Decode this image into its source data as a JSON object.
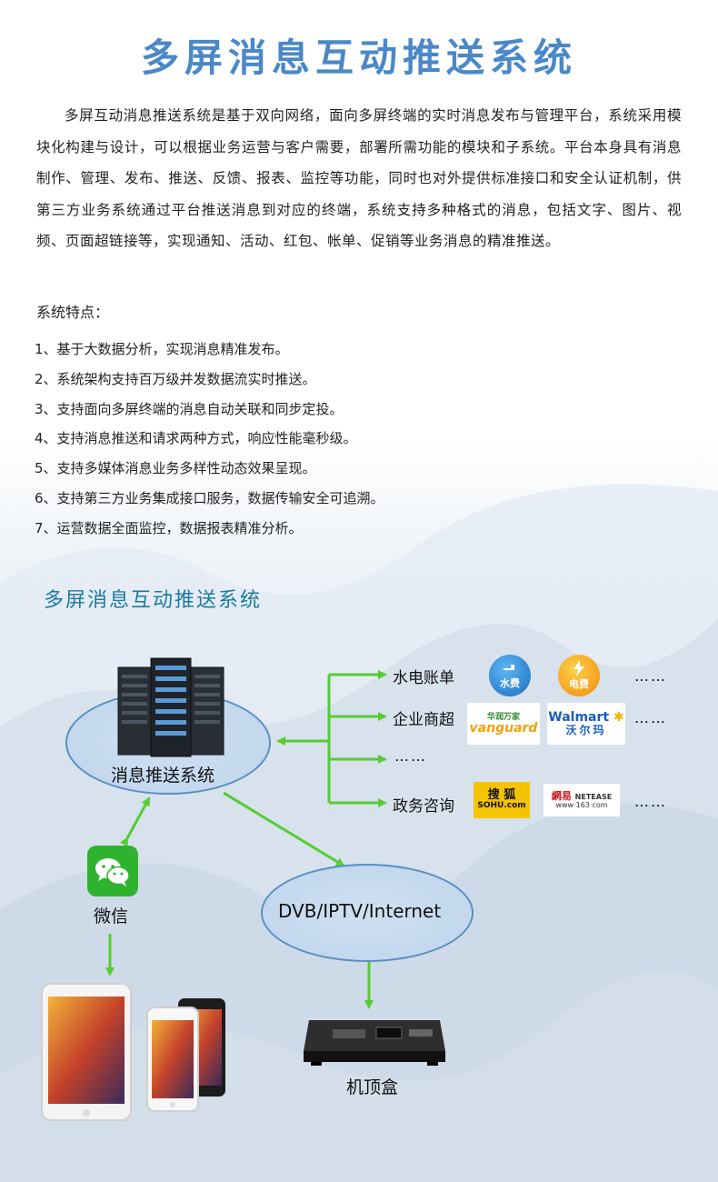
{
  "title": "多屏消息互动推送系统",
  "intro": "多屏互动消息推送系统是基于双向网络，面向多屏终端的实时消息发布与管理平台，系统采用模块化构建与设计，可以根据业务运营与客户需要，部署所需功能的模块和子系统。平台本身具有消息制作、管理、发布、推送、反馈、报表、监控等功能，同时也对外提供标准接口和安全认证机制，供第三方业务系统通过平台推送消息到对应的终端，系统支持多种格式的消息，包括文字、图片、视频、页面超链接等，实现通知、活动、红包、帐单、促销等业务消息的精准推送。",
  "features_title": "系统特点：",
  "features": [
    "1、基于大数据分析，实现消息精准发布。",
    "2、系统架构支持百万级并发数据流实时推送。",
    "3、支持面向多屏终端的消息自动关联和同步定投。",
    "4、支持消息推送和请求两种方式，响应性能毫秒级。",
    "5、支持多媒体消息业务多样性动态效果呈现。",
    "6、支持第三方业务集成接口服务，数据传输安全可追溯。",
    "7、运营数据全面监控，数据报表精准分析。"
  ],
  "diagram": {
    "title": "多屏消息互动推送系统",
    "center_label": "消息推送系统",
    "network_label": "DVB/IPTV/Internet",
    "wechat_label": "微信",
    "stb_label": "机顶盒",
    "branches": [
      {
        "label": "水电账单",
        "logos": [
          "水费",
          "电费"
        ],
        "more": "……"
      },
      {
        "label": "企业商超",
        "logos": [
          "华润万家 vanguard",
          "Walmart 沃尔玛"
        ],
        "more": "……"
      },
      {
        "label": "……"
      },
      {
        "label": "政务咨询",
        "logos": [
          "搜狐 SOHU.com",
          "网易 NETEASE www.163.com"
        ],
        "more": "……"
      }
    ],
    "logo_text": {
      "water": "水费",
      "power": "电费",
      "vanguard_cn": "华润万家",
      "vanguard_en": "vanguard",
      "walmart_en": "Walmart",
      "walmart_cn": "沃尔玛",
      "sohu_cn": "搜 狐",
      "sohu_en": "SOHU.com",
      "netease_cn": "網易",
      "netease_en": "NETEASE",
      "netease_url": "www·163·com"
    },
    "colors": {
      "arrow": "#55cc33",
      "ellipse_border": "#5a8fc4",
      "title": "#1a7aa0"
    }
  }
}
